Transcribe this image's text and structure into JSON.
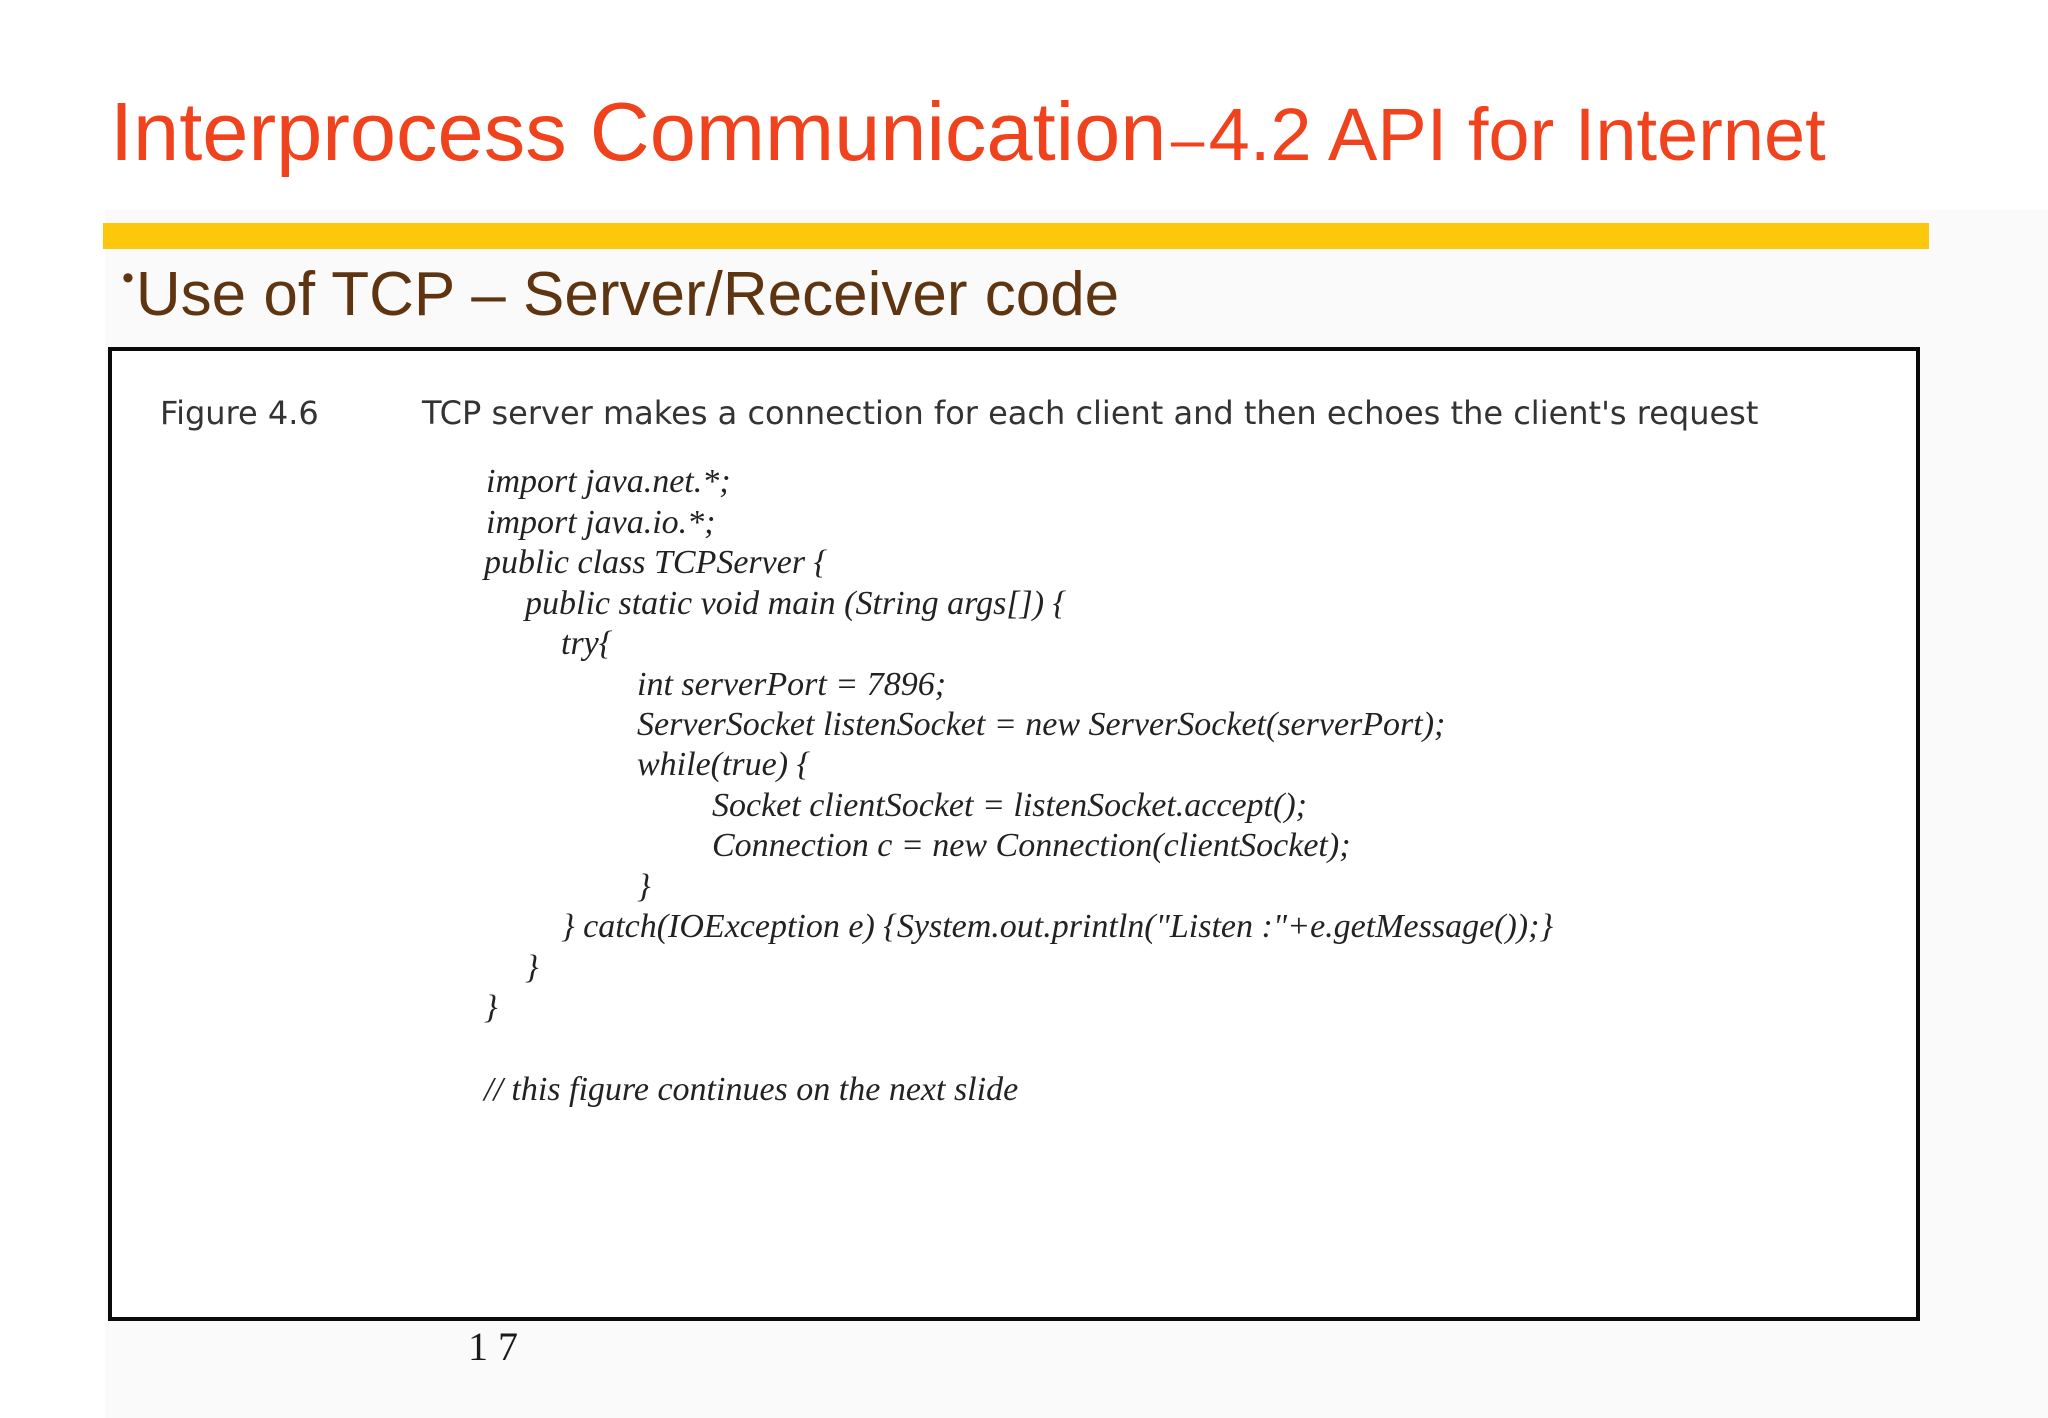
{
  "slide": {
    "title_main": "Interprocess Communication",
    "title_dash": "–",
    "title_sub": "4.2 API for Internet",
    "bullet_marker": "•",
    "bullet_text": "Use of TCP – Server/Receiver code",
    "page_number": "1 7"
  },
  "figure": {
    "number": "Figure 4.6",
    "caption": "TCP server makes a connection for each client and then echoes the client's  request",
    "code_lines": [
      "import java.net.*;",
      "import java.io.*;",
      "public class TCPServer {",
      "public static void main (String args[]) {",
      "try{",
      "int serverPort = 7896;",
      "ServerSocket listenSocket = new ServerSocket(serverPort);",
      "while(true) {",
      "Socket clientSocket = listenSocket.accept();",
      "Connection c = new Connection(clientSocket);",
      "}",
      "} catch(IOException e) {System.out.println(\"Listen :\"+e.getMessage());}",
      "}",
      "}",
      "// this figure continues on the next slide"
    ]
  },
  "colors": {
    "title": "#f0421c",
    "rule": "#fdc80c",
    "bullet": "#5e3510",
    "border": "#0a0a0a"
  }
}
